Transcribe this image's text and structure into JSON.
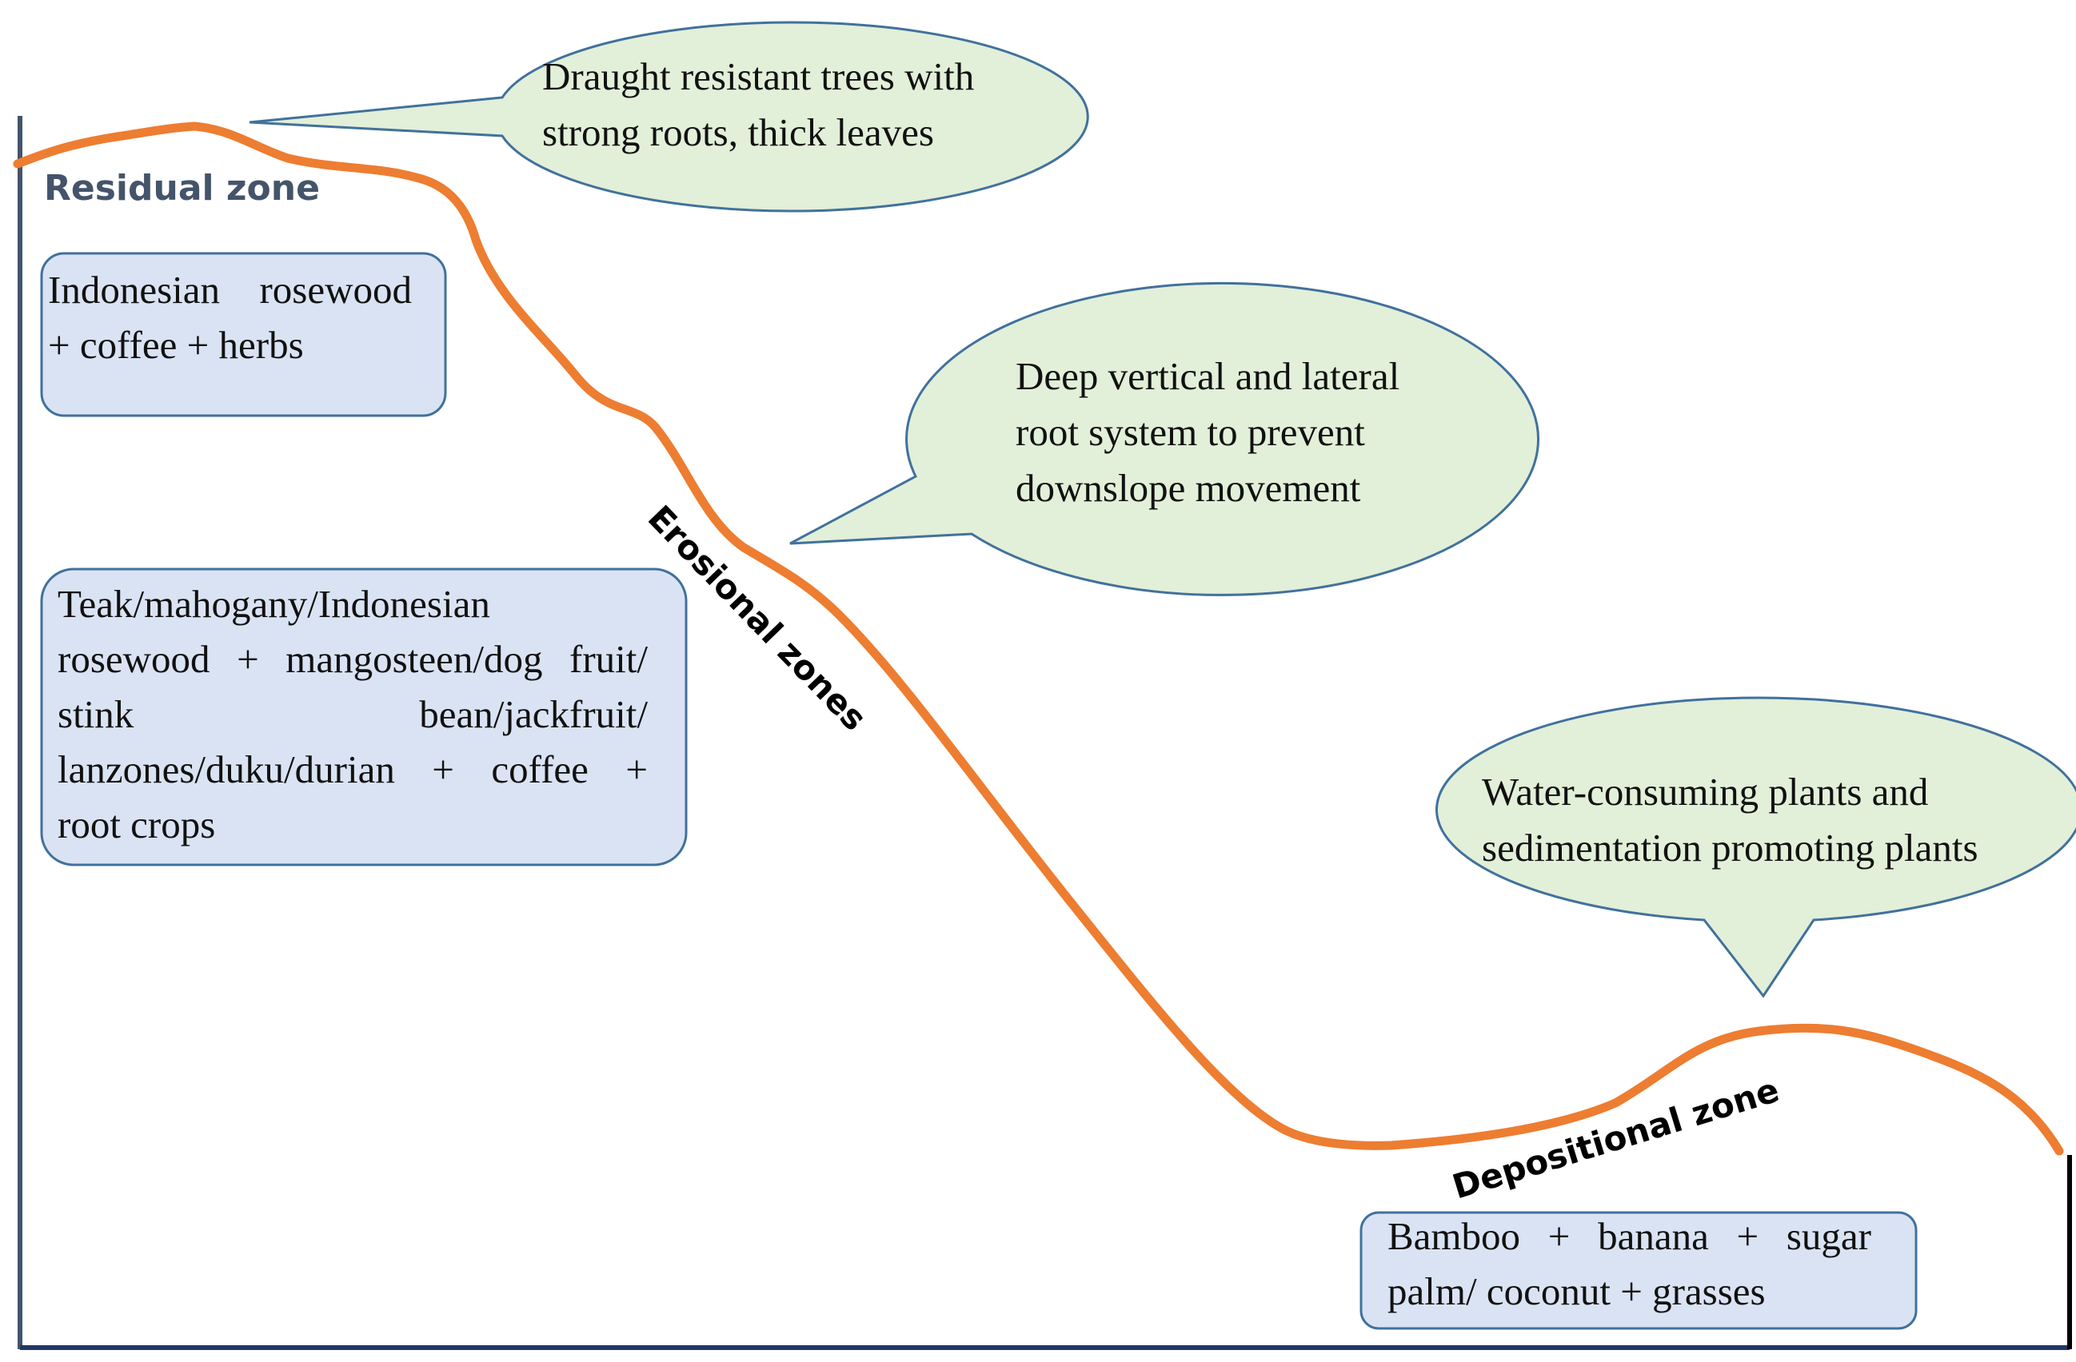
{
  "zones": {
    "residual": "Residual zone",
    "erosional": "Erosional zones",
    "depositional": "Depositional zone"
  },
  "callouts": {
    "top": [
      "Draught resistant trees with",
      "strong roots, thick leaves"
    ],
    "middle": [
      "Deep vertical and lateral",
      "root system to prevent",
      "downslope movement"
    ],
    "bottom": [
      "Water-consuming  plants and",
      "sedimentation promoting plants"
    ]
  },
  "boxes": {
    "residual": [
      "Indonesian  rosewood",
      "+ coffee + herbs"
    ],
    "erosional": [
      "Teak/mahogany/Indonesian",
      "rosewood + mangosteen/dog fruit/",
      "stink bean/jackfruit/",
      "lanzones/duku/durian + coffee +",
      "root crops"
    ],
    "depositional": [
      "Bamboo + banana + sugar",
      "palm/ coconut + grasses"
    ]
  },
  "colors": {
    "slope": "#ED7D31",
    "callout_fill": "#E2EFD9",
    "callout_stroke": "#41719C",
    "box_fill": "#DAE3F3",
    "box_stroke": "#41719C",
    "axis": "#44546A",
    "zone_text": "#44546A"
  }
}
